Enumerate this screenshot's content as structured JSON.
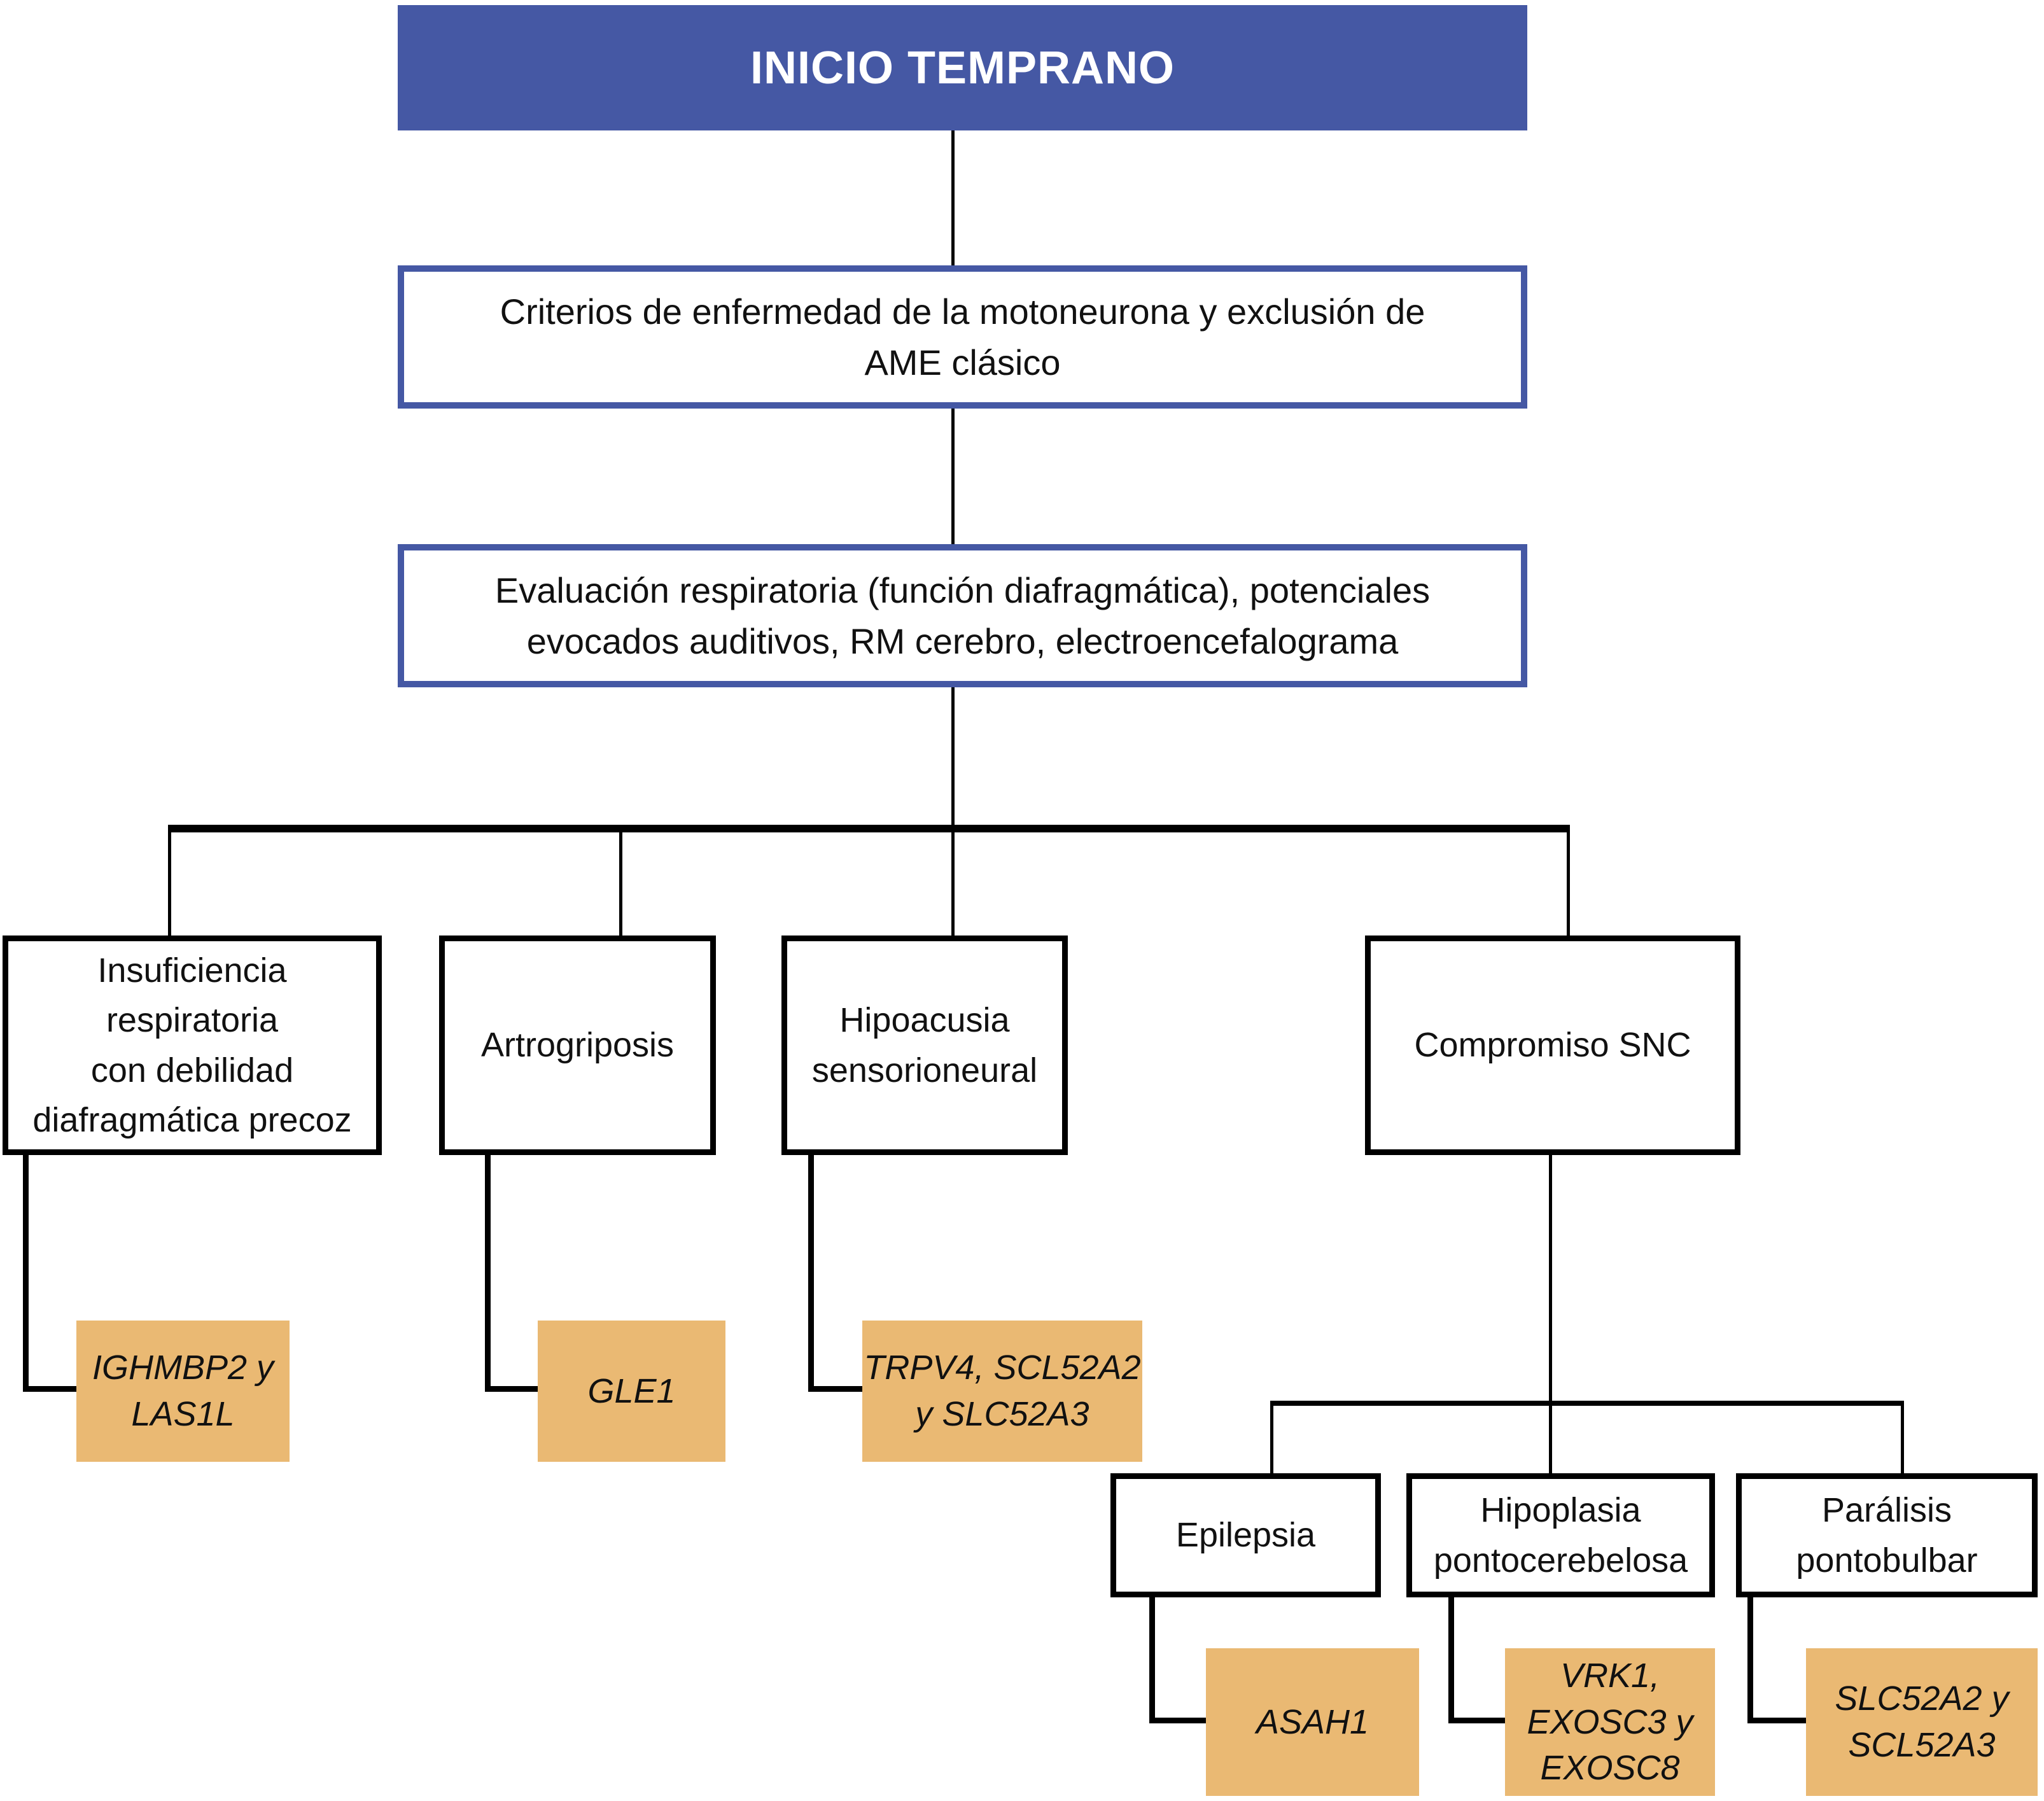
{
  "figure": {
    "type": "diagnostic-flowchart",
    "title": "INICIO TEMPRANO"
  },
  "colors": {
    "header_bg": "#4558A4",
    "header_text": "#FFFFFF",
    "outline_blue": "#4558A4",
    "gene_bg": "#EAB973",
    "line_black": "#000000",
    "text_black": "#111111",
    "page_bg": "#FFFFFF"
  },
  "nodes": {
    "root": {
      "label": "INICIO TEMPRANO"
    },
    "criteria": {
      "label": "Criterios de enfermedad de la motoneurona y exclusión de\nAME clásico"
    },
    "evaluation": {
      "label": "Evaluación respiratoria (función diafragmática), potenciales\nevocados auditivos, RM cerebro, electroencefalograma"
    },
    "respiratory": {
      "label": "Insuficiencia\nrespiratoria\ncon debilidad\ndiafragmática precoz",
      "genes": "IGHMBP2 y\nLAS1L"
    },
    "arthrogryposis": {
      "label": "Artrogriposis",
      "genes": "GLE1"
    },
    "hearing_loss": {
      "label": "Hipoacusia\nsensorioneural",
      "genes": "TRPV4, SCL52A2\ny SLC52A3"
    },
    "cns": {
      "label": "Compromiso SNC"
    },
    "epilepsy": {
      "label": "Epilepsia",
      "genes": "ASAH1"
    },
    "pontocerebellar_hypoplasia": {
      "label": "Hipoplasia\npontocerebelosa",
      "genes": "VRK1,\nEXOSC3 y\nEXOSC8"
    },
    "pontobulbar_palsy": {
      "label": "Parálisis\npontobulbar",
      "genes": "SLC52A2 y\nSCL52A3"
    }
  }
}
